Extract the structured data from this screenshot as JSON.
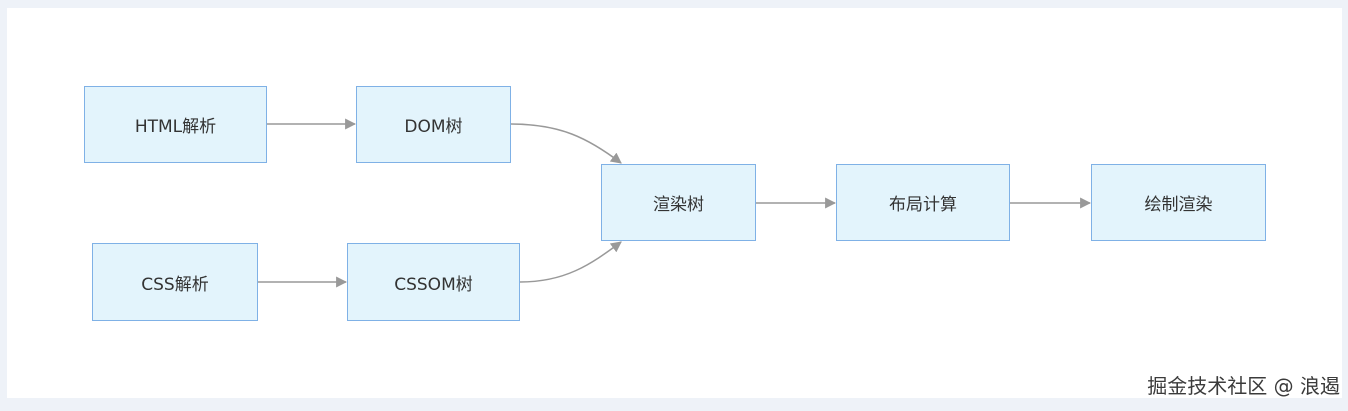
{
  "diagram": {
    "nodes": [
      {
        "id": "html",
        "label": "HTML解析"
      },
      {
        "id": "dom",
        "label": "DOM树"
      },
      {
        "id": "css",
        "label": "CSS解析"
      },
      {
        "id": "cssom",
        "label": "CSSOM树"
      },
      {
        "id": "render",
        "label": "渲染树"
      },
      {
        "id": "layout",
        "label": "布局计算"
      },
      {
        "id": "paint",
        "label": "绘制渲染"
      }
    ],
    "edges": [
      {
        "from": "html",
        "to": "dom"
      },
      {
        "from": "css",
        "to": "cssom"
      },
      {
        "from": "dom",
        "to": "render"
      },
      {
        "from": "cssom",
        "to": "render"
      },
      {
        "from": "render",
        "to": "layout"
      },
      {
        "from": "layout",
        "to": "paint"
      }
    ],
    "colors": {
      "node_fill": "#e3f4fc",
      "node_border": "#7fb1e6",
      "edge": "#999999"
    }
  },
  "watermark": "掘金技术社区 @ 浪遏"
}
